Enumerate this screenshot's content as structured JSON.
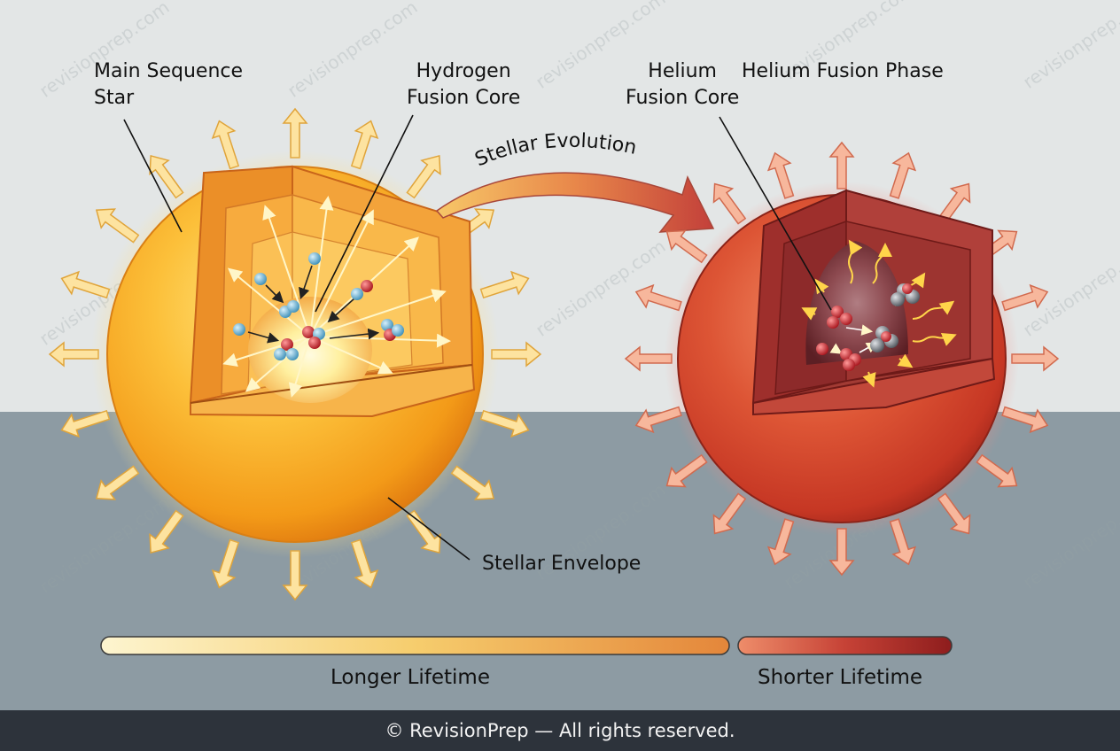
{
  "labels": {
    "main_sequence_star": "Main Sequence\nStar",
    "hydrogen_core": "Hydrogen\nFusion Core",
    "helium_core": "Helium\nFusion Core",
    "helium_phase": "Helium Fusion Phase",
    "stellar_evolution": "Stellar Evolution",
    "stellar_envelope": "Stellar Envelope",
    "longer_lifetime": "Longer Lifetime",
    "shorter_lifetime": "Shorter Lifetime"
  },
  "watermark": "revisionprep.com",
  "footer": "© RevisionPrep — All rights reserved.",
  "colors": {
    "sun_light": "#ffe27a",
    "sun_mid": "#f7a91d",
    "sun_dark": "#e07a10",
    "red_light": "#f07a55",
    "red_mid": "#d2432a",
    "red_dark": "#8e1d1d",
    "proton_blue": "#6fb7d8",
    "proton_red": "#d7262e",
    "helium_gray": "#7d8288"
  }
}
